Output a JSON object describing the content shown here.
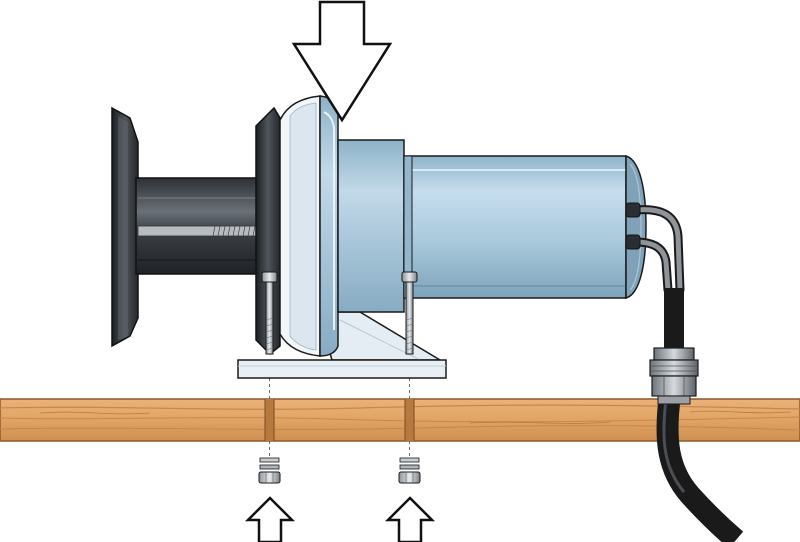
{
  "diagram": {
    "subject": "motor-mounting-illustration",
    "colors": {
      "background": "#ffffff",
      "motor_body": "#a9c9dc",
      "motor_body_light": "#c9dfec",
      "motor_body_dark": "#7fa6bf",
      "flange_dark": "#2b2f33",
      "flange_mid": "#4a4f55",
      "shaft_dark": "#3a3e43",
      "bracket": "#dfe9f0",
      "board": "#e3a768",
      "board_grain": "#c9874a",
      "outline": "#1a1a1a",
      "arrow_fill": "#ffffff",
      "cable": "#1f1f1f",
      "metal": "#9aa0a6"
    },
    "arrows": [
      {
        "name": "press-down-arrow",
        "direction": "down"
      },
      {
        "name": "bolt-up-arrow-left",
        "direction": "up"
      },
      {
        "name": "bolt-up-arrow-right",
        "direction": "up"
      }
    ],
    "fasteners": [
      {
        "name": "left-bolt",
        "parts": [
          "bolt",
          "washer",
          "lock-washer",
          "nut"
        ]
      },
      {
        "name": "right-bolt",
        "parts": [
          "bolt",
          "washer",
          "lock-washer",
          "nut"
        ]
      }
    ]
  }
}
